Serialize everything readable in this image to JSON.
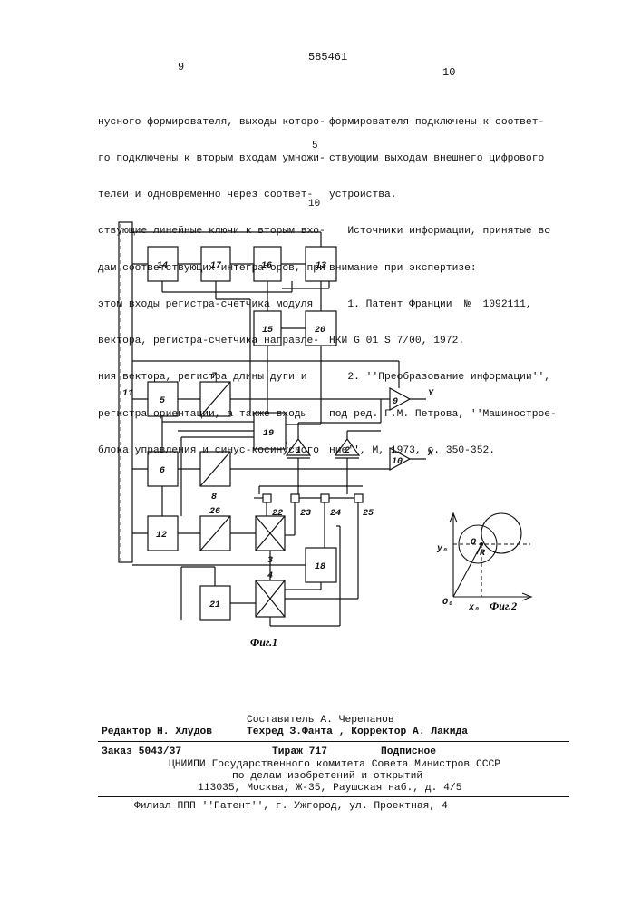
{
  "header": {
    "patent_number": "585461",
    "page_left": "9",
    "page_right": "10"
  },
  "left_column": [
    "нусного формирователя, выходы которо-",
    "го подключены к вторым входам умножи-",
    "телей и одновременно через соответ-",
    "ствующие линейные ключи к вторым вхо-",
    "дам соответствующих интеграторов, при",
    "этом входы регистра-счетчика модуля",
    "вектора, регистра-счетчика направле-",
    "ния вектора, регистра длины дуги и",
    "регистра ориентации, а также входы",
    "блока управления и синус-косинусного"
  ],
  "right_column": [
    "формирователя подключены к соответ-",
    "ствующим выходам внешнего цифрового",
    "устройства.",
    "   Источники информации, принятые во",
    "внимание при экспертизе:",
    "   1. Патент Франции  №  1092111,",
    "НКИ G 01 S 7/00, 1972.",
    "   2. ''Преобразование информации'',",
    "под ред. Г.М. Петрова, ''Машинострое-",
    "ние'', М, 1973, с. 350-352."
  ],
  "line_markers": {
    "five": "5",
    "ten": "10"
  },
  "figure1": {
    "caption": "Фиг.1",
    "blocks": {
      "b11": "11",
      "b14": "14",
      "b17": "17",
      "b16": "16",
      "b13": "13",
      "b15": "15",
      "b20": "20",
      "b5": "5",
      "b7": "7",
      "b6": "6",
      "b8": "8",
      "b19": "19",
      "b12": "12",
      "b26": "26",
      "b3": "3",
      "b18": "18",
      "b21": "21",
      "b4": "4"
    },
    "amplifiers": {
      "a9": "9",
      "a10": "10",
      "a1": "1",
      "a2": "2"
    },
    "keys": {
      "k22": "22",
      "k23": "23",
      "k24": "24",
      "k25": "25"
    },
    "outputs": {
      "y": "Y",
      "x": "X"
    }
  },
  "figure2": {
    "caption": "Фиг.2",
    "labels": {
      "y0": "y₀",
      "x0": "x₀",
      "o0": "O₀",
      "o": "O",
      "r": "R"
    }
  },
  "footer": {
    "compiler": "Составитель А. Черепанов",
    "editor": "Редактор Н. Хлудов",
    "tech_corrector": "Техред З.Фанта , Корректор А. Лакида",
    "order": "Заказ 5043/37",
    "circulation": "Тираж 717",
    "subscription": "Подписное",
    "org1": "ЦНИИПИ Государственного комитета Совета Министров СССР",
    "org2": "по делам изобретений и открытий",
    "address": "113035, Москва, Ж-35, Раушская наб., д. 4/5",
    "branch": "Филиал ППП ''Патент'', г. Ужгород, ул. Проектная, 4"
  }
}
